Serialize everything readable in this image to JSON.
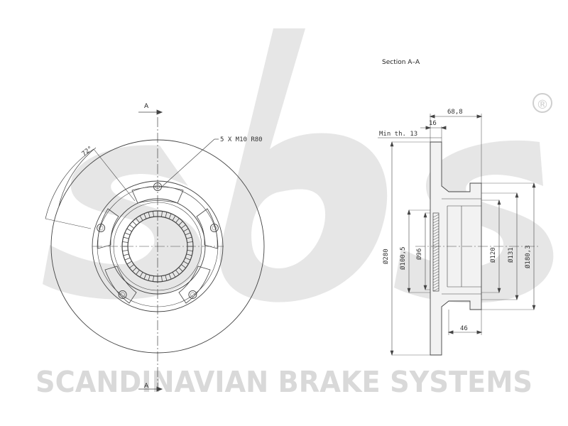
{
  "watermark": {
    "brand_name": "SCANDINAVIAN BRAKE SYSTEMS",
    "registered_mark": "®",
    "logo": "sbs"
  },
  "section_title": "Section A–A",
  "front_view": {
    "section_marker_top": "A",
    "section_marker_bottom": "A",
    "bolt_callout": "5 X M10 R80",
    "angle_label": "72°"
  },
  "section_view": {
    "dimensions": {
      "overall_height": "68,8",
      "thickness": "16",
      "min_thickness": "Min th. 13",
      "hub_depth": "46",
      "d_outer": "Ø280",
      "d_100_5": "Ø100,5",
      "d_96": "Ø96",
      "d_120": "Ø120",
      "d_131": "Ø131",
      "d_180_3": "Ø180,3"
    }
  },
  "colors": {
    "line": "#444444",
    "watermark": "#d9d9d9"
  }
}
